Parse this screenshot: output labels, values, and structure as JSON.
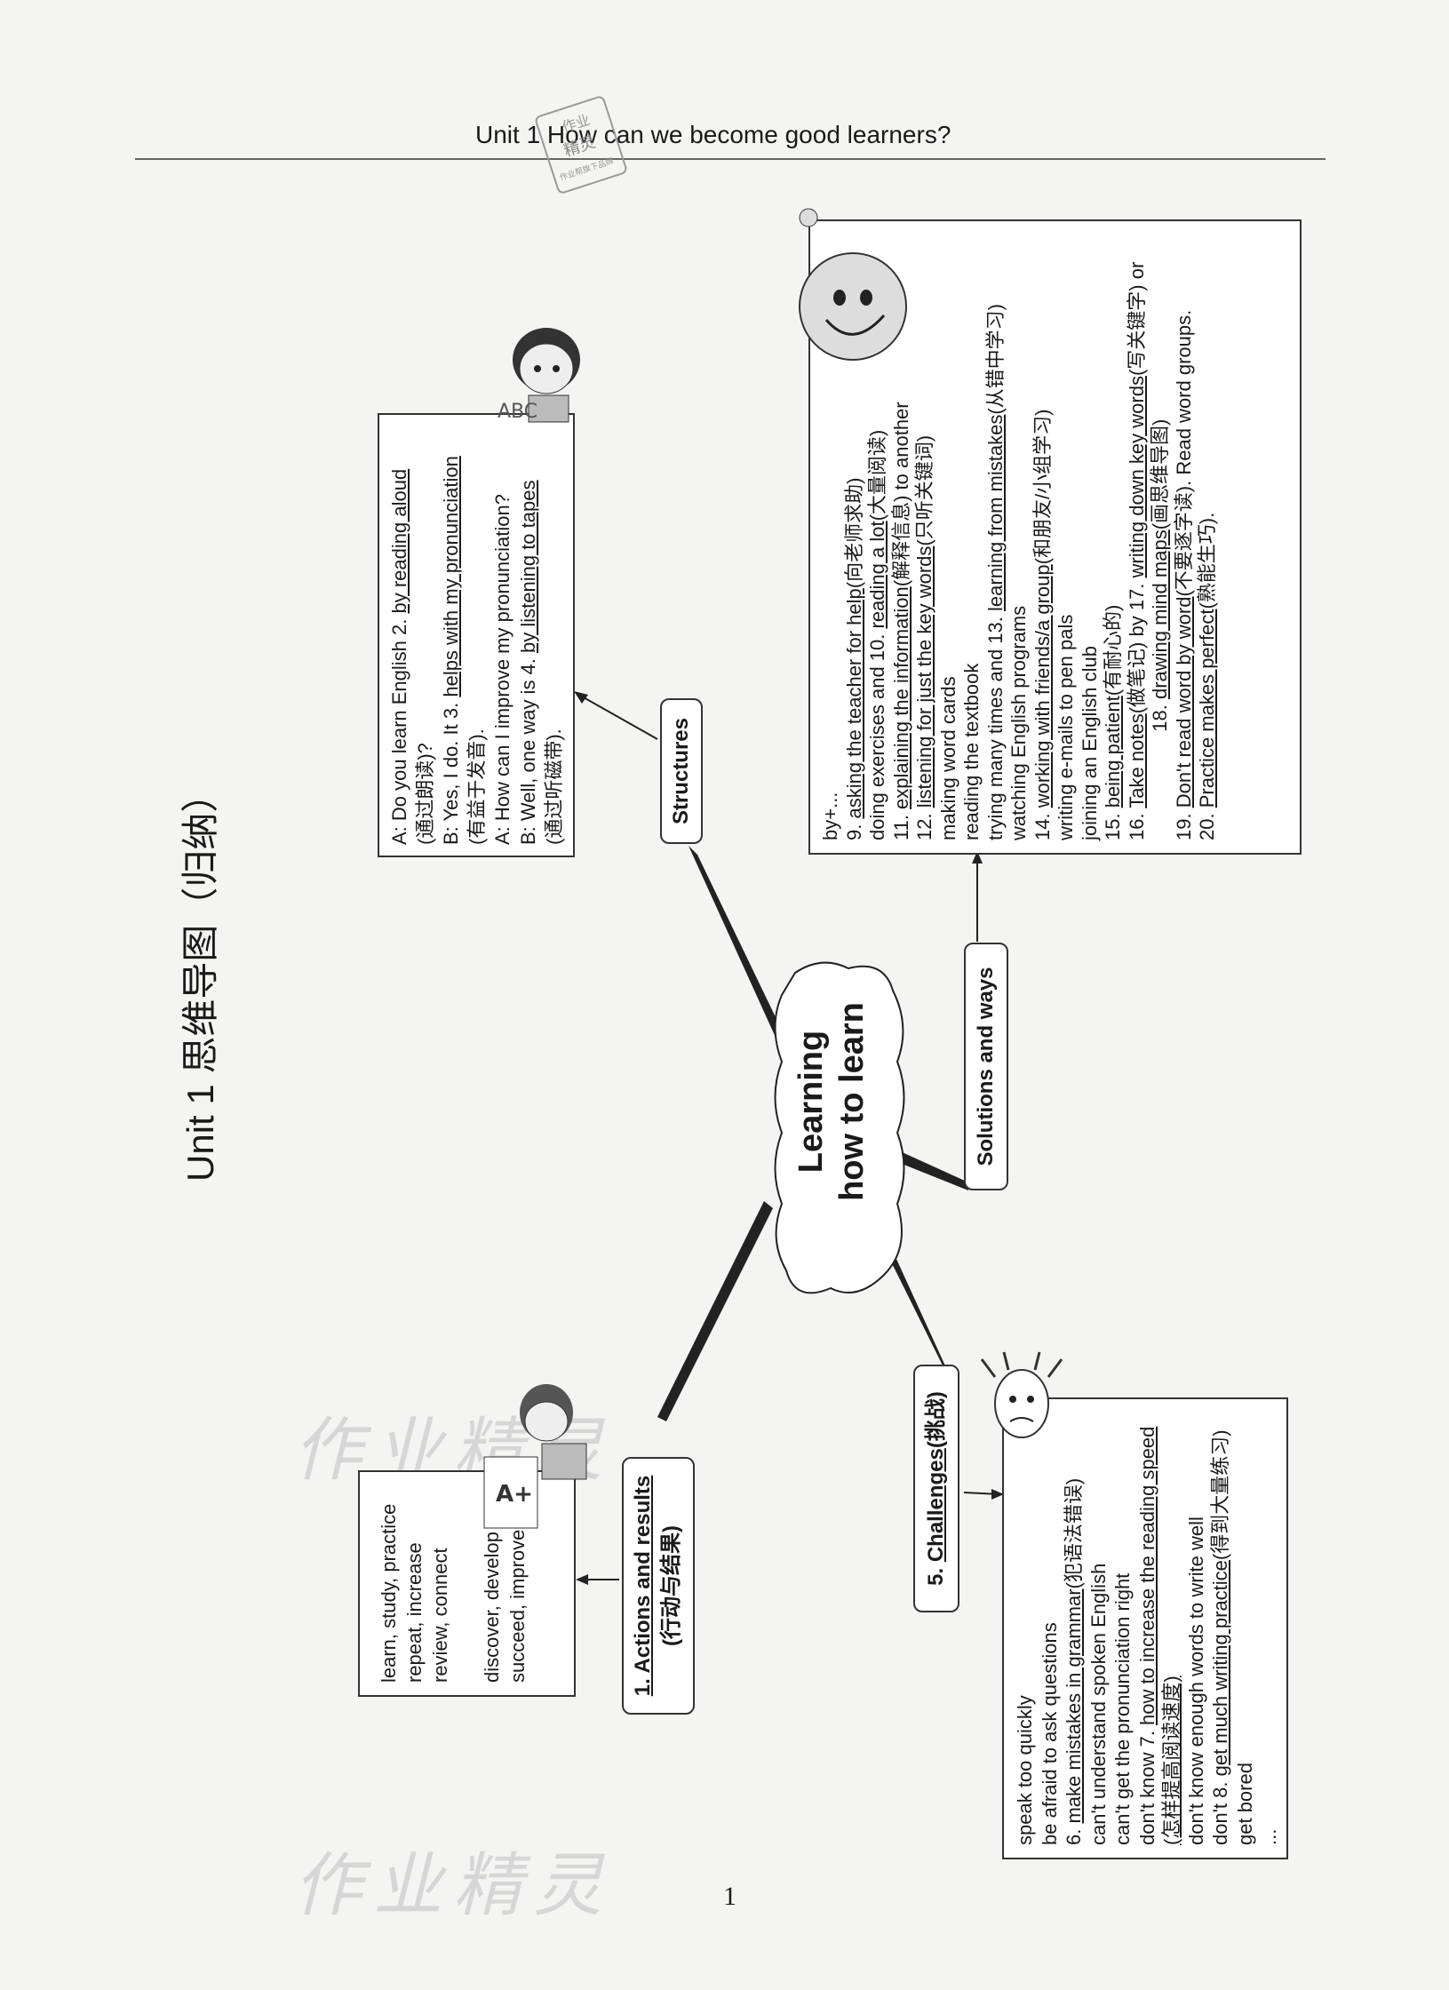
{
  "header": {
    "text": "Unit 1 How can we become good learners?"
  },
  "page_number": "1",
  "stamp": {
    "top": "作业",
    "mid": "精灵",
    "bottom": "作业帮旗下品牌"
  },
  "watermarks": [
    "作业精灵",
    "作业精灵"
  ],
  "title": "Unit 1   思维导图（归纳）",
  "center": {
    "line1": "Learning",
    "line2": "how to learn"
  },
  "structures": {
    "tag": "Structures",
    "lines": [
      [
        "A: Do you learn English 2. ",
        {
          "u": "by reading aloud"
        }
      ],
      [
        "(通过朗读)?"
      ],
      [
        "B: Yes, I do. It 3. ",
        {
          "u": "helps with my pronunciation"
        }
      ],
      [
        "(有益于发音)."
      ],
      [
        "A: How can I improve my pronunciation?"
      ],
      [
        "B: Well, one way is 4. ",
        {
          "u": "by listening to tapes"
        }
      ],
      [
        "(通过听磁带)."
      ]
    ]
  },
  "solutions": {
    "tag": "Solutions and ways",
    "lines": [
      [
        "by+..."
      ],
      [
        "9. ",
        {
          "u": "asking the teacher for help"
        },
        "(向老师求助)"
      ],
      [
        "doing exercises and 10. ",
        {
          "u": "reading a lot"
        },
        "(大量阅读)"
      ],
      [
        "11. ",
        {
          "u": "explaining the information"
        },
        "(解释信息) to another"
      ],
      [
        "12. ",
        {
          "u": "listening for just the key words"
        },
        "(只听关键词)"
      ],
      [
        "making word cards"
      ],
      [
        "reading the textbook"
      ],
      [
        "trying many times and 13. ",
        {
          "u": "learning from mistakes"
        },
        "(从错中学习)"
      ],
      [
        "watching English programs"
      ],
      [
        "14. ",
        {
          "u": "working with friends/a group"
        },
        "(和朋友/小组学习)"
      ],
      [
        "writing e-mails to pen pals"
      ],
      [
        "joining an English club"
      ],
      [
        "15. ",
        {
          "u": "being patient"
        },
        "(有耐心的)"
      ],
      [
        "16. ",
        {
          "u": "Take notes"
        },
        "(做笔记) by 17. ",
        {
          "u": "writing down key words"
        },
        "(写关键字) or"
      ],
      [
        "                    18. ",
        {
          "u": "drawing mind maps"
        },
        "(画思维导图)"
      ],
      [
        "19. ",
        {
          "u": "Don't read word by word"
        },
        "(不要逐字读). Read word groups."
      ],
      [
        "20. ",
        {
          "u": "Practice makes perfect"
        },
        "(熟能生巧)."
      ]
    ]
  },
  "actions": {
    "tag_line1": "1. Actions and results",
    "tag_line2": "(行动与结果)",
    "lines": [
      "learn, study, practice",
      "repeat, increase",
      "review, connect",
      "",
      "discover, develop",
      "succeed, improve"
    ]
  },
  "challenges": {
    "tag_num": "5. ",
    "tag_word": "Challenges",
    "tag_cn": "(挑战)",
    "lines": [
      [
        "speak too quickly"
      ],
      [
        "be afraid to ask questions"
      ],
      [
        "6. ",
        {
          "u": "make mistakes in grammar"
        },
        "(犯语法错误)"
      ],
      [
        "can't understand spoken English"
      ],
      [
        "can't get the pronunciation right"
      ],
      [
        "don't know 7. ",
        {
          "u": "how to increase the reading speed"
        }
      ],
      [
        {
          "u": "(怎样提高阅读速度)"
        }
      ],
      [
        "don't know enough words to write well"
      ],
      [
        "don't 8. ",
        {
          "u": "get much writing practice"
        },
        "(得到大量练习)"
      ],
      [
        "get bored"
      ],
      [
        "..."
      ]
    ]
  },
  "colors": {
    "line": "#222222",
    "box_border": "#333333",
    "watermark": "#d6d6d6"
  }
}
